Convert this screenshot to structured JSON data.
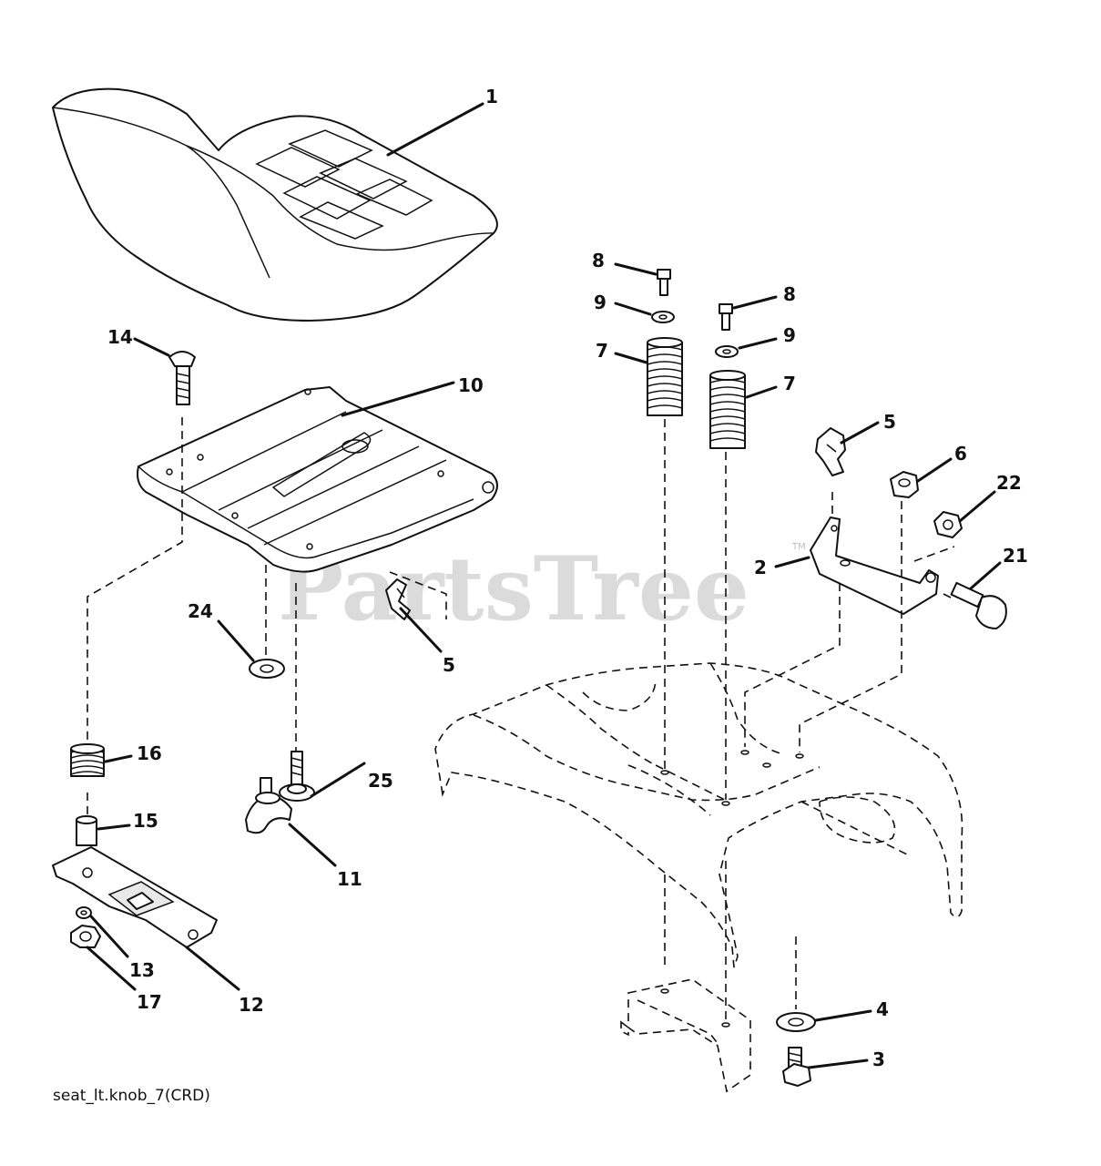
{
  "callouts": {
    "c1": "1",
    "c2": "2",
    "c3": "3",
    "c4": "4",
    "c5a": "5",
    "c5b": "5",
    "c6": "6",
    "c7a": "7",
    "c7b": "7",
    "c8a": "8",
    "c8b": "8",
    "c9a": "9",
    "c9b": "9",
    "c10": "10",
    "c11": "11",
    "c12": "12",
    "c13": "13",
    "c14": "14",
    "c15": "15",
    "c16": "16",
    "c17": "17",
    "c21": "21",
    "c22": "22",
    "c24": "24",
    "c25": "25"
  },
  "caption": "seat_lt.knob_7(CRD)",
  "watermark": {
    "text": "PartsTree",
    "mark": "TM"
  }
}
